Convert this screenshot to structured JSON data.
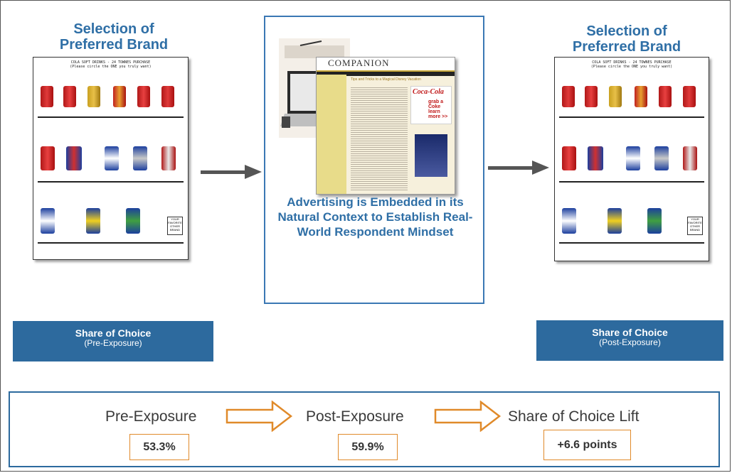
{
  "pre_column": {
    "title_line1": "Selection of",
    "title_line2": "Preferred Brand",
    "sheet_heading1": "COLA SOFT DRINKS - 24 TOWNES PURCHASE",
    "sheet_heading2": "(Please circle the ONE you truly want)",
    "other_box": "YOUR FAVORITE OTHER BRAND",
    "button_main": "Share of Choice",
    "button_sub": "(Pre-Exposure)"
  },
  "post_column": {
    "title_line1": "Selection of",
    "title_line2": "Preferred Brand",
    "sheet_heading1": "COLA SOFT DRINKS - 24 TOWNES PURCHASE",
    "sheet_heading2": "(Please circle the ONE you truly want)",
    "other_box": "YOUR FAVORITE OTHER BRAND",
    "button_main": "Share of Choice",
    "button_sub": "(Post-Exposure)"
  },
  "center": {
    "magazine_title": "COMPANION",
    "article_title": "Tips and Tricks to a Magical Disney Vacation",
    "ad_text": "grab a Coke learn more >>",
    "caption": "Advertising is Embedded in its Natural Context to Establish Real-World Respondent Mindset"
  },
  "summary": {
    "pre_label": "Pre-Exposure",
    "pre_value": "53.3%",
    "post_label": "Post-Exposure",
    "post_value": "59.9%",
    "lift_label": "Share of Choice Lift",
    "lift_value": "+6.6 points"
  },
  "colors": {
    "accent_blue": "#2d6a9e",
    "title_blue": "#2f6fa6",
    "orange": "#e08a2a"
  }
}
